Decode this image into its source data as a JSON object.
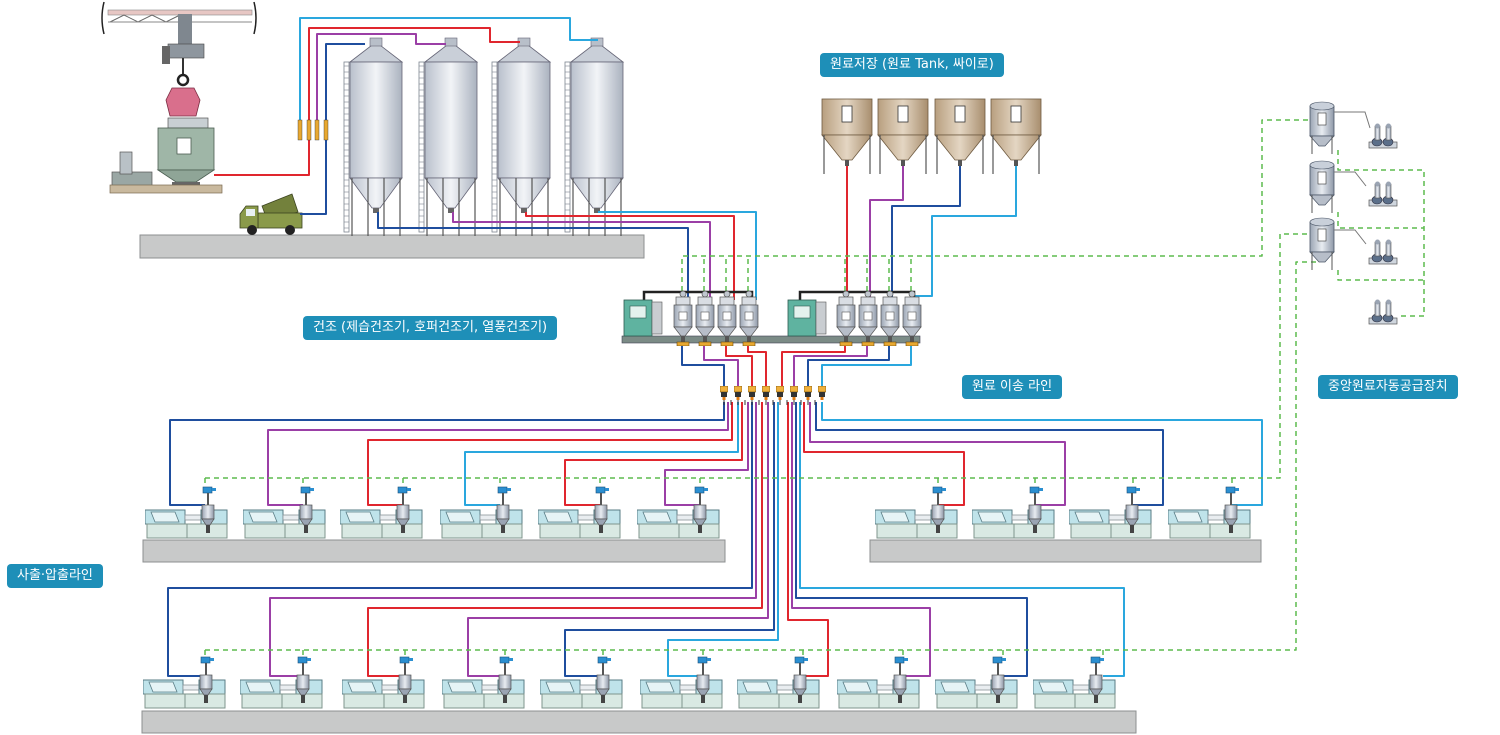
{
  "labels": {
    "storage": "원료저장 (원료 Tank, 싸이로)",
    "drying": "건조 (제습건조기, 호퍼건조기, 열풍건조기)",
    "transfer": "원료 이송 라인",
    "central": "중앙원료자동공급장치",
    "injection": "사출·압출라인"
  },
  "colors": {
    "navy": "#1f4e9e",
    "purple": "#9b3fa6",
    "red": "#e0262e",
    "sky": "#2aa7de",
    "green_dash": "#5dbb4f",
    "label_bg": "#1e8fb8",
    "floor": "#c8c9c9",
    "silo": "#dfe3ea",
    "tank": "#cbb79c",
    "machine": "#c7e3e6"
  },
  "icons": [
    "crane-icon",
    "loader-truck-icon",
    "silo-icon",
    "tank-icon",
    "dryer-icon",
    "control-panel-icon",
    "hopper-icon",
    "vacuum-pump-icon",
    "injection-machine-icon",
    "manifold-valve-icon"
  ]
}
